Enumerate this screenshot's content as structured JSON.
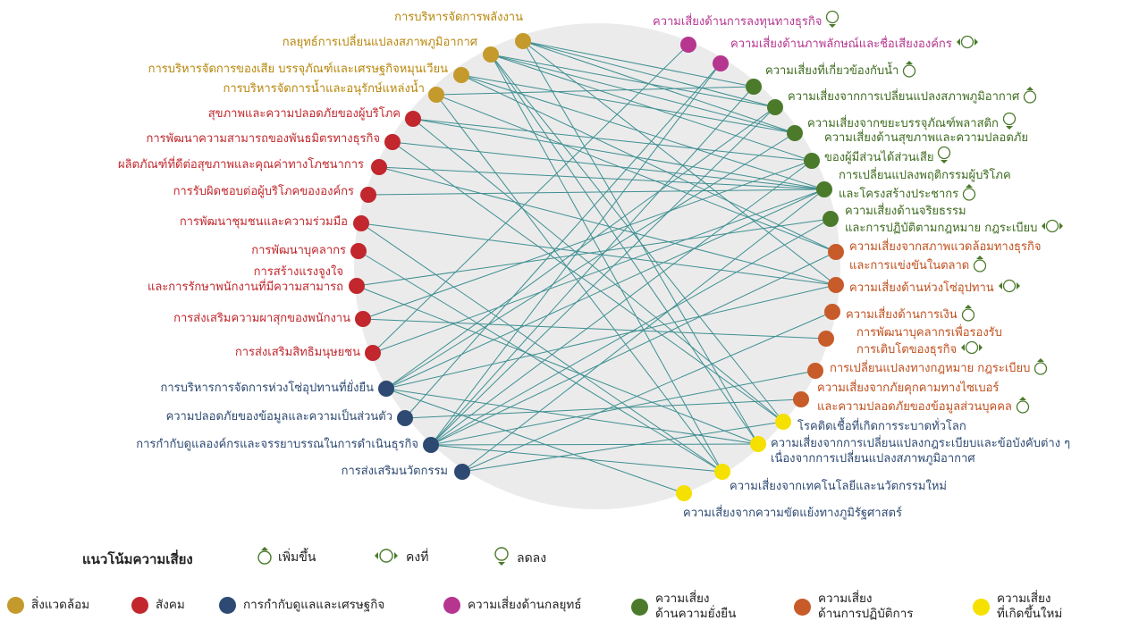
{
  "colors": {
    "environment": "#c49a2c",
    "social": "#c1272d",
    "governance": "#2e4a72",
    "strategic": "#b5358f",
    "sustainability": "#4b7a2b",
    "operational": "#c75b2a",
    "emerging": "#f5e000",
    "line": "#3f8f92",
    "circle": "#ebebeb"
  },
  "topics": [
    {
      "label": "การบริหารจัดการพลังงาน",
      "cat": "environment"
    },
    {
      "label": "กลยุทธ์การเปลี่ยนแปลงสภาพภูมิอากาศ",
      "cat": "environment"
    },
    {
      "label": "การบริหารจัดการของเสีย บรรจุภัณฑ์และเศรษฐกิจหมุนเวียน",
      "cat": "environment"
    },
    {
      "label": "การบริหารจัดการน้ำและอนุรักษ์แหล่งน้ำ",
      "cat": "environment"
    },
    {
      "label": "สุขภาพและความปลอดภัยของผู้บริโภค",
      "cat": "social"
    },
    {
      "label": "การพัฒนาความสามารถของพันธมิตรทางธุรกิจ",
      "cat": "social"
    },
    {
      "label": "ผลิตภัณฑ์ที่ดีต่อสุขภาพและคุณค่าทางโภชนาการ",
      "cat": "social"
    },
    {
      "label": "การรับผิดชอบต่อผู้บริโภคขององค์กร",
      "cat": "social"
    },
    {
      "label": "การพัฒนาชุมชนและความร่วมมือ",
      "cat": "social"
    },
    {
      "label": "การพัฒนาบุคลากร",
      "cat": "social"
    },
    {
      "label": "การสร้างแรงจูงใจ",
      "label2": "และการรักษาพนักงานที่มีความสามารถ",
      "cat": "social"
    },
    {
      "label": "การส่งเสริมความผาสุกของพนักงาน",
      "cat": "social"
    },
    {
      "label": "การส่งเสริมสิทธิมนุษยชน",
      "cat": "social"
    },
    {
      "label": "การบริหารการจัดการห่วงโซ่อุปทานที่ยั่งยืน",
      "cat": "governance"
    },
    {
      "label": "ความปลอดภัยของข้อมูลและความเป็นส่วนตัว",
      "cat": "governance"
    },
    {
      "label": "การกำกับดูแลองค์กรและจรรยาบรรณในการดำเนินธุรกิจ",
      "cat": "governance"
    },
    {
      "label": "การส่งเสริมนวัตกรรม",
      "cat": "governance"
    }
  ],
  "risks": [
    {
      "label": "ความเสี่ยงด้านการลงทุนทางธุรกิจ",
      "cat": "strategic",
      "trend": "down"
    },
    {
      "label": "ความเสี่ยงด้านภาพลักษณ์และชื่อเสียงองค์กร",
      "cat": "strategic",
      "trend": "stable"
    },
    {
      "label": "ความเสี่ยงที่เกี่ยวข้องกับน้ำ",
      "cat": "sustainability",
      "trend": "up"
    },
    {
      "label": "ความเสี่ยงจากการเปลี่ยนแปลงสภาพภูมิอากาศ",
      "cat": "sustainability",
      "trend": "up"
    },
    {
      "label": "ความเสี่ยงจากขยะบรรจุภัณฑ์พลาสติก",
      "cat": "sustainability",
      "trend": "down"
    },
    {
      "label": "ความเสี่ยงด้านสุขภาพและความปลอดภัย",
      "label2": "ของผู้มีส่วนได้ส่วนเสีย",
      "cat": "sustainability",
      "trend": "down"
    },
    {
      "label": "การเปลี่ยนแปลงพฤติกรรมผู้บริโภค",
      "label2": "และโครงสร้างประชากร",
      "cat": "sustainability",
      "trend": "up"
    },
    {
      "label": "ความเสี่ยงด้านจริยธรรม",
      "label2": "และการปฏิบัติตามกฎหมาย กฎระเบียบ",
      "cat": "sustainability",
      "trend": "stable"
    },
    {
      "label": "ความเสี่ยงจากสภาพแวดล้อมทางธุรกิจ",
      "label2": "และการแข่งขันในตลาด",
      "cat": "operational",
      "trend": "up"
    },
    {
      "label": "ความเสี่ยงด้านห่วงโซ่อุปทาน",
      "cat": "operational",
      "trend": "stable"
    },
    {
      "label": "ความเสี่ยงด้านการเงิน",
      "cat": "operational",
      "trend": "up"
    },
    {
      "label": "การพัฒนาบุคลากรเพื่อรองรับ",
      "label2": "การเติบโตของธุรกิจ",
      "cat": "operational",
      "trend": "stable"
    },
    {
      "label": "การเปลี่ยนแปลงทางกฎหมาย กฎระเบียบ",
      "cat": "operational",
      "trend": "up"
    },
    {
      "label": "ความเสี่ยงจากภัยคุกคามทางไซเบอร์",
      "label2": "และความปลอดภัยของข้อมูลส่วนบุคคล",
      "cat": "operational",
      "trend": "up"
    },
    {
      "label": "โรคติดเชื้อที่เกิดการระบาดทั่วโลก",
      "cat": "emerging",
      "trend": ""
    },
    {
      "label": "ความเสี่ยงจากการเปลี่ยนแปลงกฎระเบียบและข้อบังคับต่าง ๆ",
      "label2": "เนื่องจากการเปลี่ยนแปลงสภาพภูมิอากาศ",
      "cat": "emerging",
      "trend": ""
    },
    {
      "label": "ความเสี่ยงจากเทคโนโลยีและนวัตกรรมใหม่",
      "cat": "emerging",
      "trend": ""
    },
    {
      "label": "ความเสี่ยงจากความขัดแย้งทางภูมิรัฐศาสตร์",
      "cat": "emerging",
      "trend": ""
    }
  ],
  "legend": {
    "title": "แนวโน้มความเสี่ยง",
    "increase": "เพิ่มขึ้น",
    "stable": "คงที่",
    "decrease": "ลดลง",
    "environment": "สิ่งแวดล้อม",
    "social": "สังคม",
    "governance": "การกำกับดูแลและเศรษฐกิจ",
    "strategic": "ความเสี่ยงด้านกลยุทธ์",
    "sustainability_1": "ความเสี่ยง",
    "sustainability_2": "ด้านความยั่งยืน",
    "operational_1": "ความเสี่ยง",
    "operational_2": "ด้านการปฏิบัติการ",
    "emerging_1": "ความเสี่ยง",
    "emerging_2": "ที่เกิดขึ้นใหม่"
  },
  "connections": [
    [
      0,
      2
    ],
    [
      0,
      3
    ],
    [
      0,
      4
    ],
    [
      0,
      15
    ],
    [
      0,
      9
    ],
    [
      1,
      3
    ],
    [
      1,
      4
    ],
    [
      1,
      5
    ],
    [
      1,
      15
    ],
    [
      1,
      16
    ],
    [
      1,
      14
    ],
    [
      2,
      4
    ],
    [
      2,
      8
    ],
    [
      2,
      6
    ],
    [
      3,
      2
    ],
    [
      3,
      8
    ],
    [
      3,
      16
    ],
    [
      4,
      6
    ],
    [
      4,
      14
    ],
    [
      4,
      5
    ],
    [
      5,
      6
    ],
    [
      5,
      14
    ],
    [
      6,
      6
    ],
    [
      6,
      9
    ],
    [
      7,
      6
    ],
    [
      8,
      16
    ],
    [
      8,
      9
    ],
    [
      9,
      16
    ],
    [
      10,
      7
    ],
    [
      10,
      15
    ],
    [
      11,
      11
    ],
    [
      11,
      5
    ],
    [
      12,
      6
    ],
    [
      12,
      0
    ],
    [
      13,
      9
    ],
    [
      13,
      6
    ],
    [
      13,
      4
    ],
    [
      13,
      3
    ],
    [
      13,
      17
    ],
    [
      13,
      15
    ],
    [
      14,
      1
    ],
    [
      14,
      13
    ],
    [
      15,
      1
    ],
    [
      15,
      7
    ],
    [
      15,
      12
    ],
    [
      15,
      8
    ],
    [
      15,
      3
    ],
    [
      15,
      5
    ],
    [
      15,
      2
    ],
    [
      15,
      16
    ],
    [
      15,
      15
    ],
    [
      16,
      10
    ],
    [
      16,
      6
    ],
    [
      16,
      14
    ]
  ]
}
